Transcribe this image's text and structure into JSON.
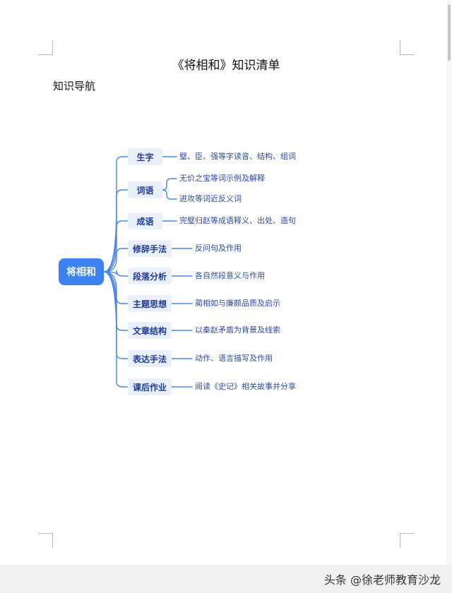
{
  "document": {
    "title": "《将相和》知识清单",
    "section_heading": "知识导航"
  },
  "mindmap": {
    "root": "将相和",
    "branches": [
      {
        "label": "生字",
        "leaves": [
          "璧、臣、强等字读音、结构、组词"
        ]
      },
      {
        "label": "词语",
        "leaves": [
          "无价之宝等词示例及解释",
          "进攻等词近反义词"
        ]
      },
      {
        "label": "成语",
        "leaves": [
          "完璧归赵等成语释义、出处、造句"
        ]
      },
      {
        "label": "修辞手法",
        "leaves": [
          "反问句及作用"
        ]
      },
      {
        "label": "段落分析",
        "leaves": [
          "各自然段意义与作用"
        ]
      },
      {
        "label": "主题思想",
        "leaves": [
          "蔺相如与廉颇品质及启示"
        ]
      },
      {
        "label": "文章结构",
        "leaves": [
          "以秦赵矛盾为背景及线索"
        ]
      },
      {
        "label": "表达手法",
        "leaves": [
          "动作、语言描写及作用"
        ]
      },
      {
        "label": "课后作业",
        "leaves": [
          "阅读《史记》相关故事并分享"
        ]
      }
    ],
    "colors": {
      "root": "#3b82f0",
      "branch_bg": "#e9f0fb",
      "line": "#4a86e8",
      "text": "#1f3a93"
    }
  },
  "watermark": "头条 @徐老师教育沙龙"
}
